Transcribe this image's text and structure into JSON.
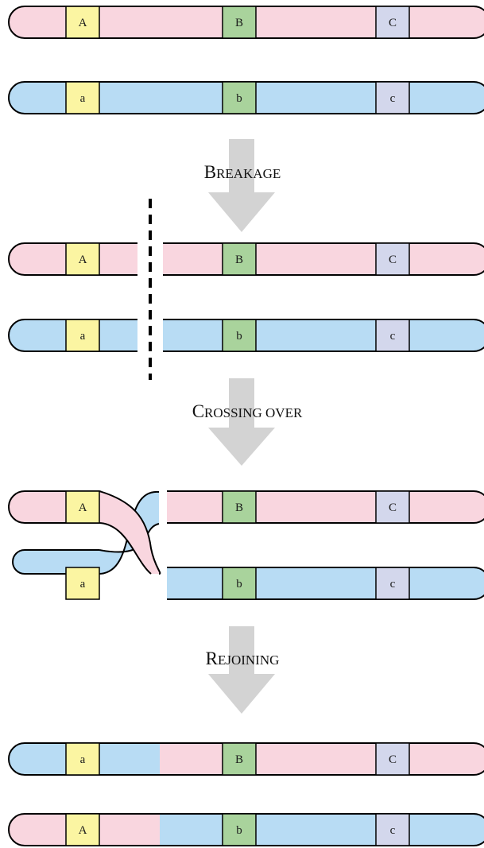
{
  "colors": {
    "maternal": "#f9d6df",
    "paternal": "#b8dcf4",
    "gene_a": "#fbf5a2",
    "gene_b": "#a9d39c",
    "gene_c": "#d3d7ec",
    "arrow": "#d3d3d3",
    "outline": "#000000"
  },
  "steps": {
    "breakage": {
      "first": "B",
      "rest": "REAKAGE"
    },
    "crossing_over": {
      "first": "C",
      "rest": "ROSSING OVER"
    },
    "rejoining": {
      "first": "R",
      "rest": "EJOINING"
    }
  },
  "chromosomes": {
    "initial_top": {
      "genes": [
        "A",
        "B",
        "C"
      ]
    },
    "initial_bottom": {
      "genes": [
        "a",
        "b",
        "c"
      ]
    },
    "broken_top": {
      "genes": [
        "A",
        "B",
        "C"
      ]
    },
    "broken_bottom": {
      "genes": [
        "a",
        "b",
        "c"
      ]
    },
    "crossing_top": {
      "genes": [
        "A",
        "B",
        "C"
      ]
    },
    "crossing_bottom": {
      "genes": [
        "a",
        "b",
        "c"
      ]
    },
    "recombinant_top": {
      "genes": [
        "a",
        "B",
        "C"
      ]
    },
    "recombinant_bottom": {
      "genes": [
        "A",
        "b",
        "c"
      ]
    }
  }
}
